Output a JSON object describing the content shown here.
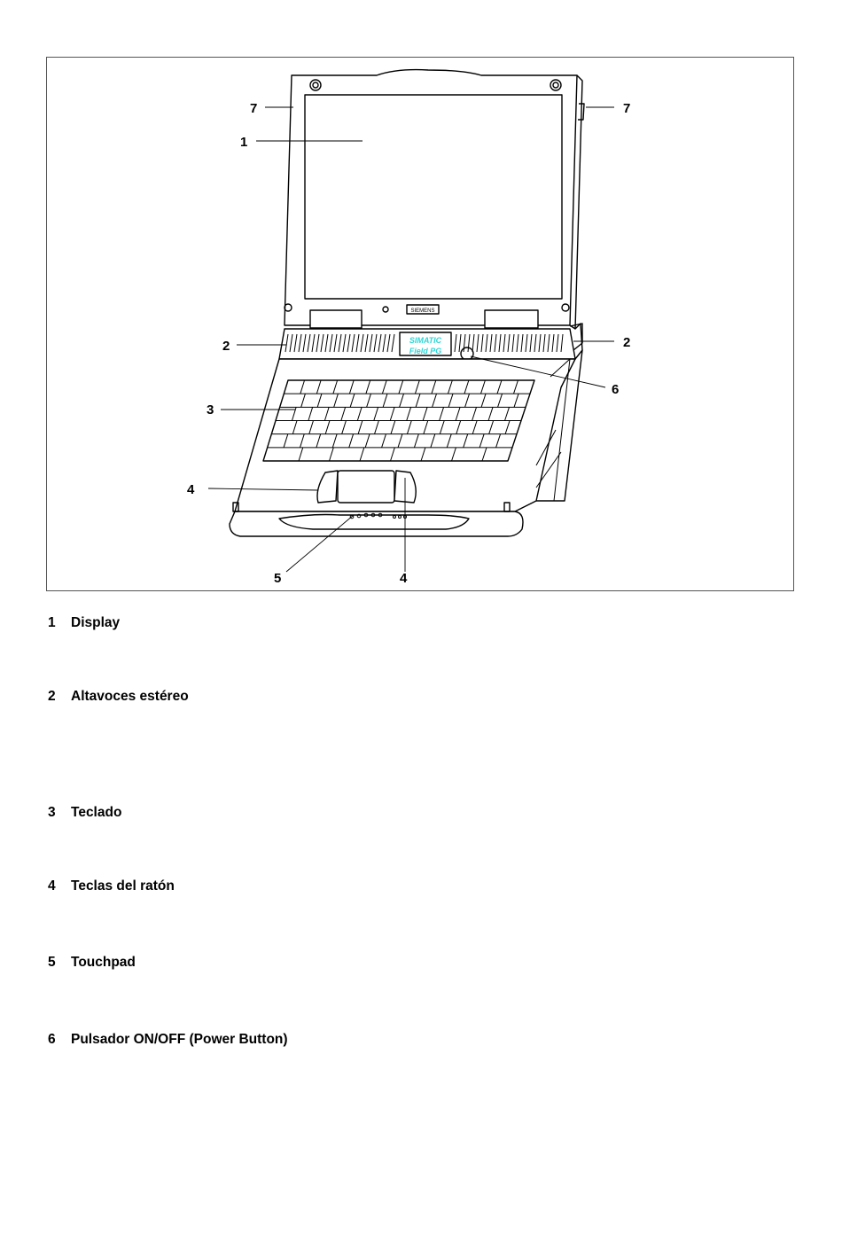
{
  "figure": {
    "brand_label": "SIEMENS",
    "panel_label_line1": "SIMATIC",
    "panel_label_line2": "Field PG",
    "panel_label_color": "#2fd6d6",
    "callouts": [
      "7",
      "7",
      "1",
      "2",
      "2",
      "6",
      "3",
      "4",
      "5",
      "4"
    ]
  },
  "legend": [
    {
      "number": "1",
      "label": "Display"
    },
    {
      "number": "2",
      "label": "Altavoces estéreo"
    },
    {
      "number": "3",
      "label": "Teclado"
    },
    {
      "number": "4",
      "label": "Teclas del ratón"
    },
    {
      "number": "5",
      "label": "Touchpad"
    },
    {
      "number": "6",
      "label": "Pulsador ON/OFF (Power Button)"
    }
  ]
}
